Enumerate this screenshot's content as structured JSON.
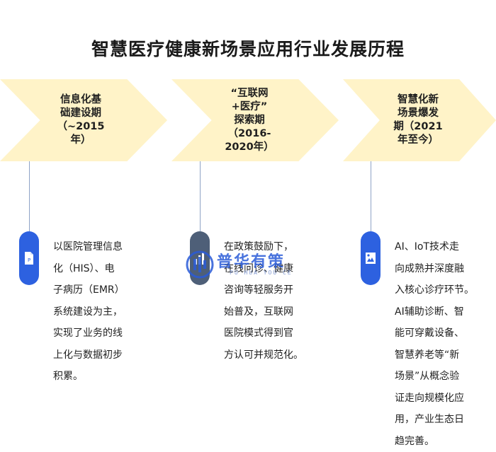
{
  "title": "智慧医疗健康新场景应用行业发展历程",
  "stages": [
    {
      "heading": "信息化基\n础建设期\n（~2015\n年）",
      "icon": "document-icon",
      "icon_glyph": "P",
      "description": "以医院管理信息\n化（HIS）、电\n子病历（EMR）\n系统建设为主，\n实现了业务的线\n上化与数据初步\n积累。"
    },
    {
      "heading": "“互联网\n+医疗”\n探索期\n（2016-\n2020年）",
      "icon": "chart-icon",
      "description": "在政策鼓励下，\n在线问诊、健康\n咨询等轻服务开\n始普及，互联网\n医院模式得到官\n方认可并规范化。"
    },
    {
      "heading": "智慧化新\n场景爆发\n期（2021\n年至今）",
      "icon": "image-icon",
      "description": "AI、IoT技术走\n向成熟并深度融\n入核心诊疗环节。\nAI辅助诊断、智\n能可穿戴设备、\n智慧养老等“新\n场景”从概念验\n证走向规模化应\n用，产业生态日\n趋完善。"
    }
  ],
  "watermark": {
    "name": "普华有策",
    "subtitle": "PU HUA YOU CE"
  },
  "colors": {
    "arrow_fill": "#fff3c8",
    "pill_blue": "#2d61e0",
    "pill_dark": "#4e5f78",
    "connector": "#8fa3c6"
  }
}
